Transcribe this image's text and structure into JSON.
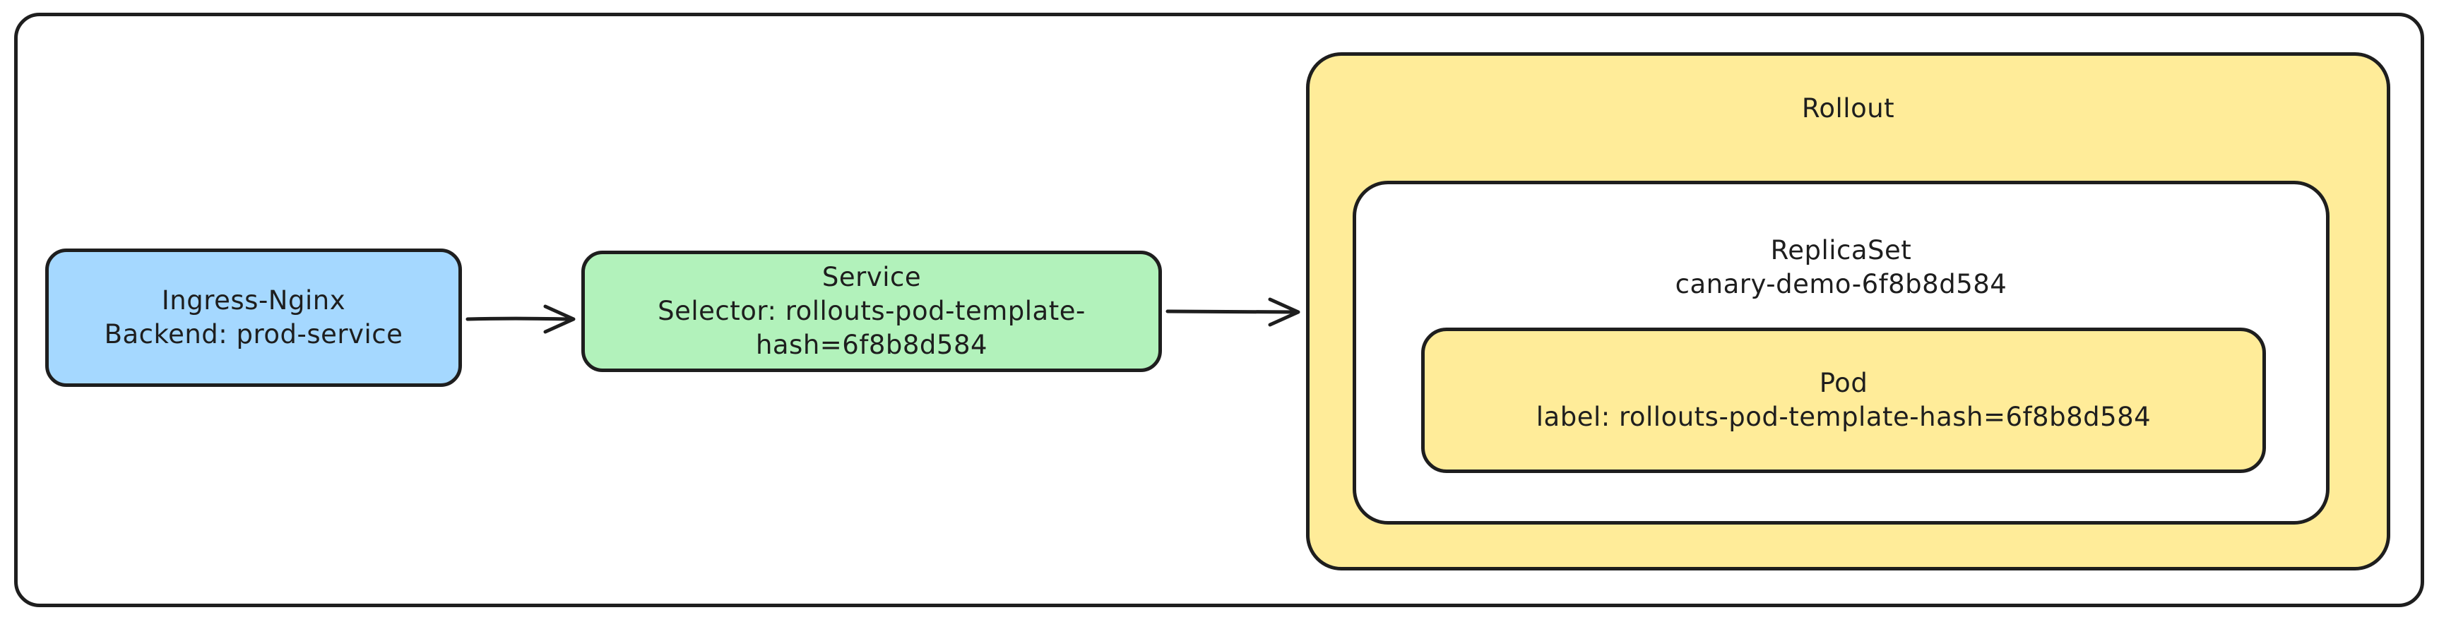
{
  "diagram": {
    "ingress": {
      "title": "Ingress-Nginx",
      "subtitle": "Backend: prod-service"
    },
    "service": {
      "title": "Service",
      "line1": "Selector: rollouts-pod-template-",
      "line2": "hash=6f8b8d584"
    },
    "rollout": {
      "title": "Rollout"
    },
    "replicaset": {
      "title": "ReplicaSet",
      "name": "canary-demo-6f8b8d584"
    },
    "pod": {
      "title": "Pod",
      "label": "label: rollouts-pod-template-hash=6f8b8d584"
    },
    "colors": {
      "ingress_fill": "#a5d8ff",
      "service_fill": "#b2f2bb",
      "rollout_fill": "#ffec99",
      "replicaset_fill": "#ffffff",
      "pod_fill": "#ffec99",
      "stroke": "#1e1e1e"
    },
    "connections": [
      {
        "from": "ingress",
        "to": "service"
      },
      {
        "from": "service",
        "to": "rollout"
      }
    ]
  }
}
